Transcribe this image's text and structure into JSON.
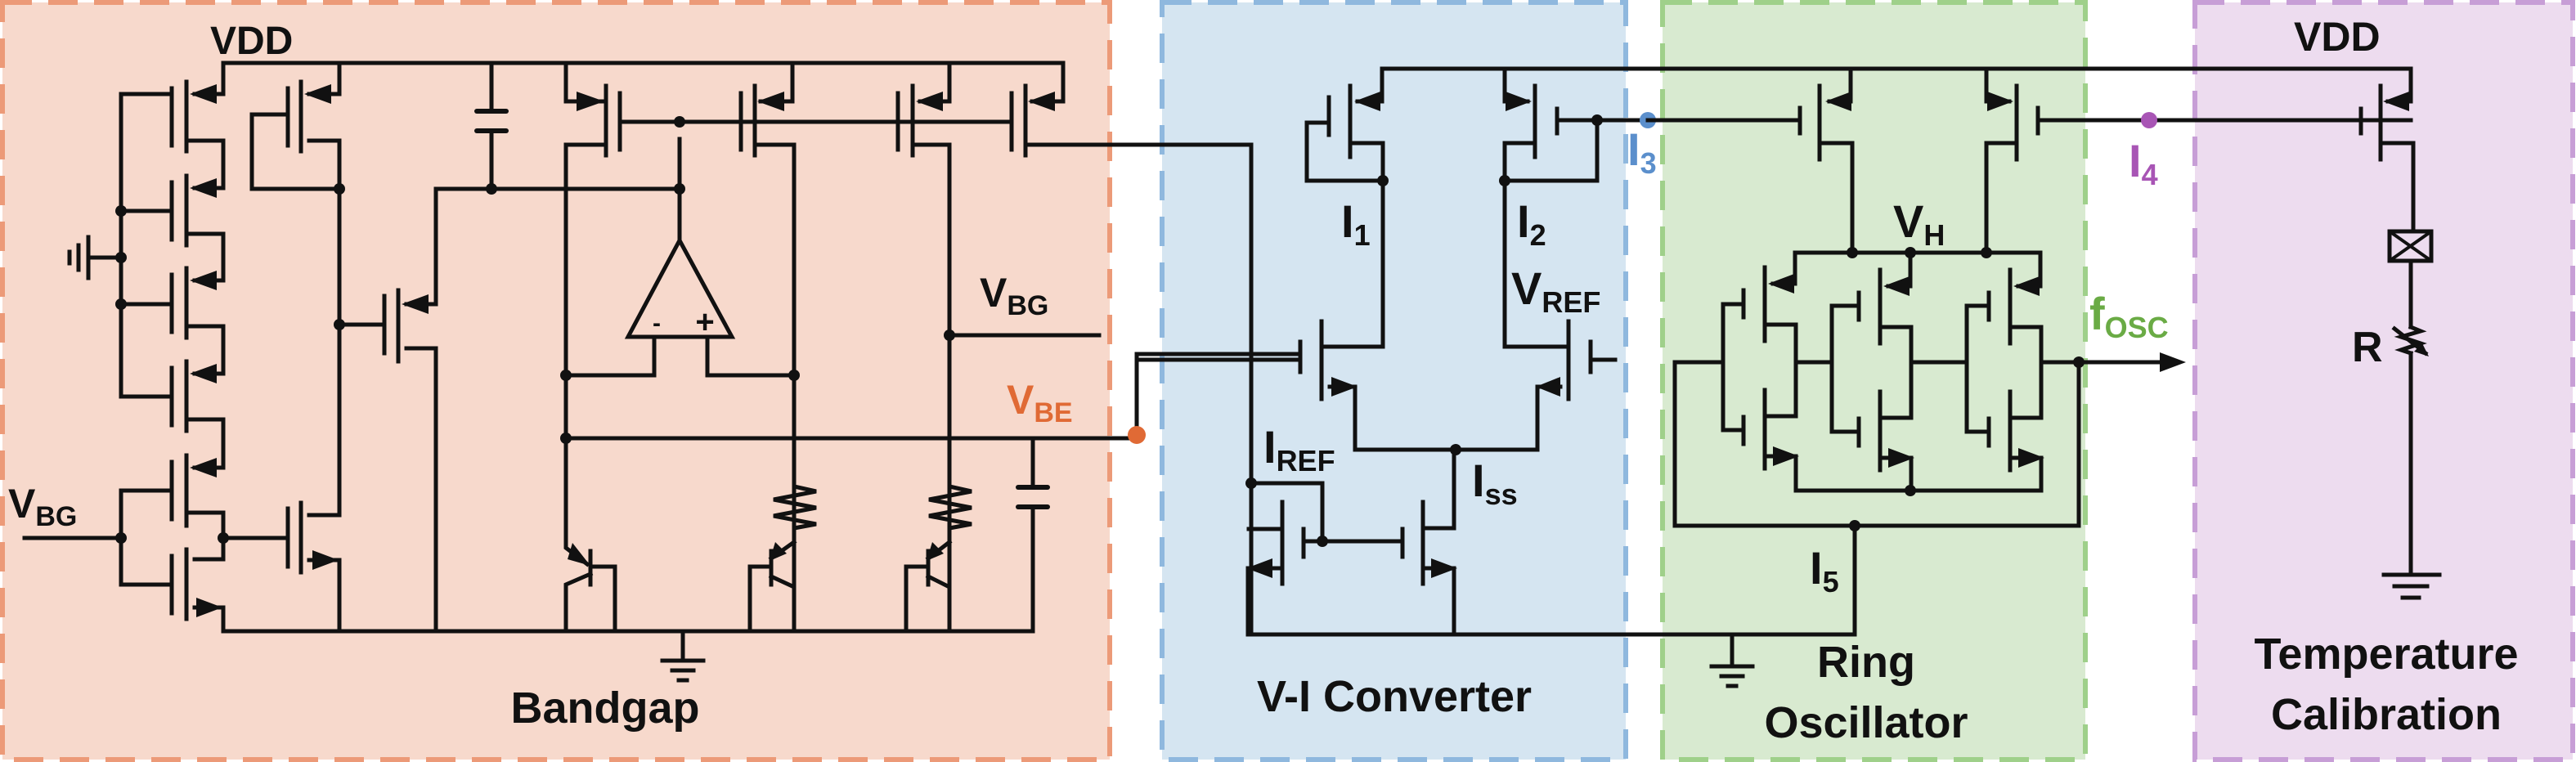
{
  "figure": {
    "title": "Temperature sensor circuit schematic",
    "colors": {
      "bandgap_fill": "#f7d9cc",
      "bandgap_border": "#ec9a78",
      "vi_fill": "#d5e5f1",
      "vi_border": "#8fb8de",
      "ring_fill": "#d8ead0",
      "ring_border": "#9fd08a",
      "temp_fill": "#eddcef",
      "temp_border": "#c79ed6",
      "vbe": "#e06a35",
      "i3": "#5b8fcc",
      "i4": "#a855b5",
      "fosc": "#6aab45",
      "wire": "#111111"
    }
  },
  "blocks": {
    "bandgap": {
      "title": "Bandgap",
      "vdd": "VDD",
      "vbg_in": {
        "main": "V",
        "sub": "BG"
      },
      "vbg_out": {
        "main": "V",
        "sub": "BG"
      },
      "vbe": {
        "main": "V",
        "sub": "BE"
      },
      "opamp_minus": "-",
      "opamp_plus": "+"
    },
    "vi_converter": {
      "title": "V-I Converter",
      "i1": {
        "main": "I",
        "sub": "1"
      },
      "i2": {
        "main": "I",
        "sub": "2"
      },
      "vref": {
        "main": "V",
        "sub": "REF"
      },
      "iref": {
        "main": "I",
        "sub": "REF"
      },
      "iss": {
        "main": "I",
        "sub": "ss"
      },
      "i3": {
        "main": "I",
        "sub": "3"
      }
    },
    "ring_oscillator": {
      "title_line1": "Ring",
      "title_line2": "Oscillator",
      "vh": {
        "main": "V",
        "sub": "H"
      },
      "i5": {
        "main": "I",
        "sub": "5"
      },
      "i4": {
        "main": "I",
        "sub": "4"
      },
      "fosc": {
        "main": "f",
        "sub": "OSC"
      }
    },
    "temperature_calibration": {
      "title_line1": "Temperature",
      "title_line2": "Calibration",
      "vdd": "VDD",
      "r": "R"
    }
  }
}
